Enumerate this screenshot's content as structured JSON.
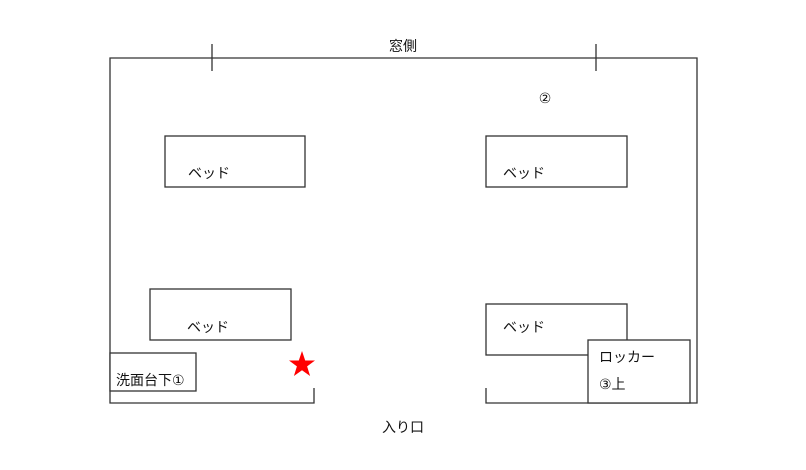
{
  "labels": {
    "window_side": "窓側",
    "entrance": "入り口",
    "marker_2": "②",
    "bed_top_left": "ベッド",
    "bed_top_right": "ベッド",
    "bed_bottom_left": "ベッド",
    "bed_bottom_right": "ベッド",
    "sink": "洗面台下①",
    "locker_line1": "ロッカー",
    "locker_line2": "③上"
  },
  "colors": {
    "star": "#ff0000",
    "lines": "#333333"
  },
  "icons": {
    "location_marker": "star-icon"
  }
}
